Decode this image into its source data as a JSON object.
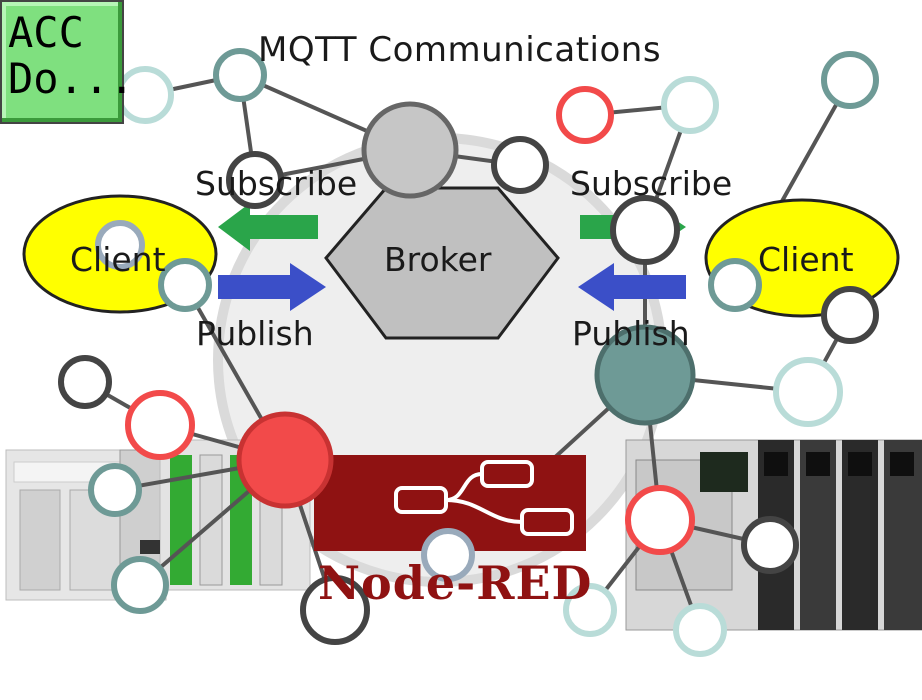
{
  "title": "MQTT  Communications",
  "logo": {
    "line1": "ACC",
    "line2": "Do..."
  },
  "broker": {
    "label": "Broker"
  },
  "clients": {
    "left": "Client",
    "right": "Client"
  },
  "arrows": {
    "subscribe_left": "Subscribe",
    "subscribe_right": "Subscribe",
    "publish_left": "Publish",
    "publish_right": "Publish"
  },
  "node_red": {
    "label": "Node-RED"
  },
  "colors": {
    "client_fill": "#ffff00",
    "broker_fill": "#c0c0c0",
    "subscribe_arrow": "#2aa54a",
    "publish_arrow": "#3b4fc8",
    "node_red": "#8f1212",
    "network_red": "#f24a4a",
    "network_teal": "#6e9a96"
  }
}
